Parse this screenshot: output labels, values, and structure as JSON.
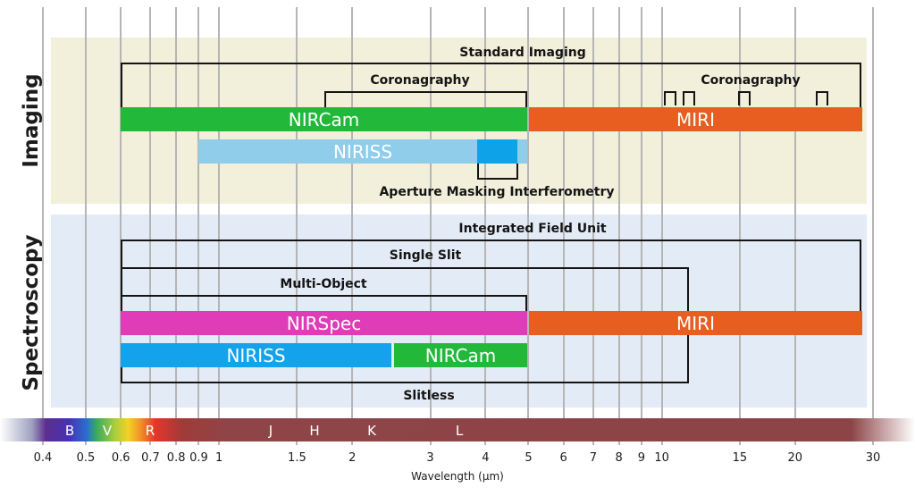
{
  "sections": {
    "imaging": "Imaging",
    "spectroscopy": "Spectroscopy"
  },
  "colors": {
    "imaging_bg": "#f2efda",
    "spectroscopy_bg": "#e3ebf6",
    "nircam": "#22b93a",
    "miri": "#e85e21",
    "niriss": "#8fcdea",
    "niriss_ami": "#0ea3e8",
    "nirspec": "#e03cb7",
    "niriss_spec": "#13a3ec",
    "bracket": "#141414"
  },
  "imaging": {
    "standard_imaging": "Standard Imaging",
    "coronagraphy_nircam": "Coronagraphy",
    "coronagraphy_miri": "Coronagraphy",
    "nircam": "NIRCam",
    "miri": "MIRI",
    "niriss": "NIRISS",
    "ami": "Aperture Masking Interferometry"
  },
  "spectroscopy": {
    "ifu": "Integrated Field Unit",
    "single_slit": "Single Slit",
    "multi_object": "Multi-Object",
    "nirspec": "NIRSpec",
    "miri": "MIRI",
    "niriss": "NIRISS",
    "nircam": "NIRCam",
    "slitless": "Slitless"
  },
  "bands": [
    "B",
    "V",
    "R",
    "J",
    "H",
    "K",
    "L"
  ],
  "axis": {
    "title": "Wavelength (μm)",
    "ticks": [
      "0.4",
      "0.5",
      "0.6",
      "0.7",
      "0.8",
      "0.9",
      "1",
      "1.5",
      "2",
      "3",
      "4",
      "5",
      "6",
      "7",
      "8",
      "9",
      "10",
      "15",
      "20",
      "30"
    ]
  }
}
